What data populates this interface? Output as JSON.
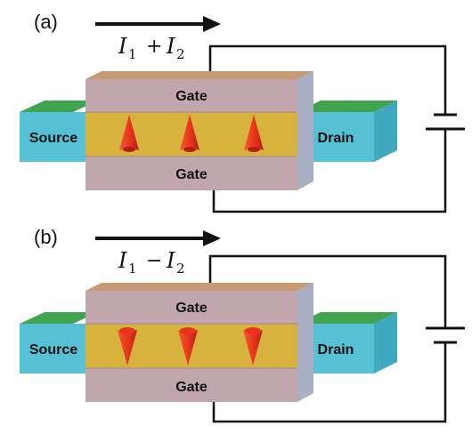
{
  "panels": [
    {
      "label": "(a)",
      "current_var1": "I",
      "current_sub1": "1",
      "current_op": "+",
      "current_var2": "I",
      "current_sub2": "2",
      "gate_top": "Gate",
      "gate_bottom": "Gate",
      "source": "Source",
      "drain": "Drain",
      "spin_direction": "up"
    },
    {
      "label": "(b)",
      "current_var1": "I",
      "current_sub1": "1",
      "current_op": "−",
      "current_var2": "I",
      "current_sub2": "2",
      "gate_top": "Gate",
      "gate_bottom": "Gate",
      "source": "Source",
      "drain": "Drain",
      "spin_direction": "down"
    }
  ],
  "colors": {
    "gate_front": "#C2A6AE",
    "gate_top": "#C59A74",
    "gate_side": "#A8AFC4",
    "channel": "#D8B23E",
    "electrode_front": "#56C0D4",
    "electrode_top": "#3FA350",
    "electrode_side": "#3FA9BF",
    "arrow": "#E8341C",
    "wire": "#111111"
  }
}
